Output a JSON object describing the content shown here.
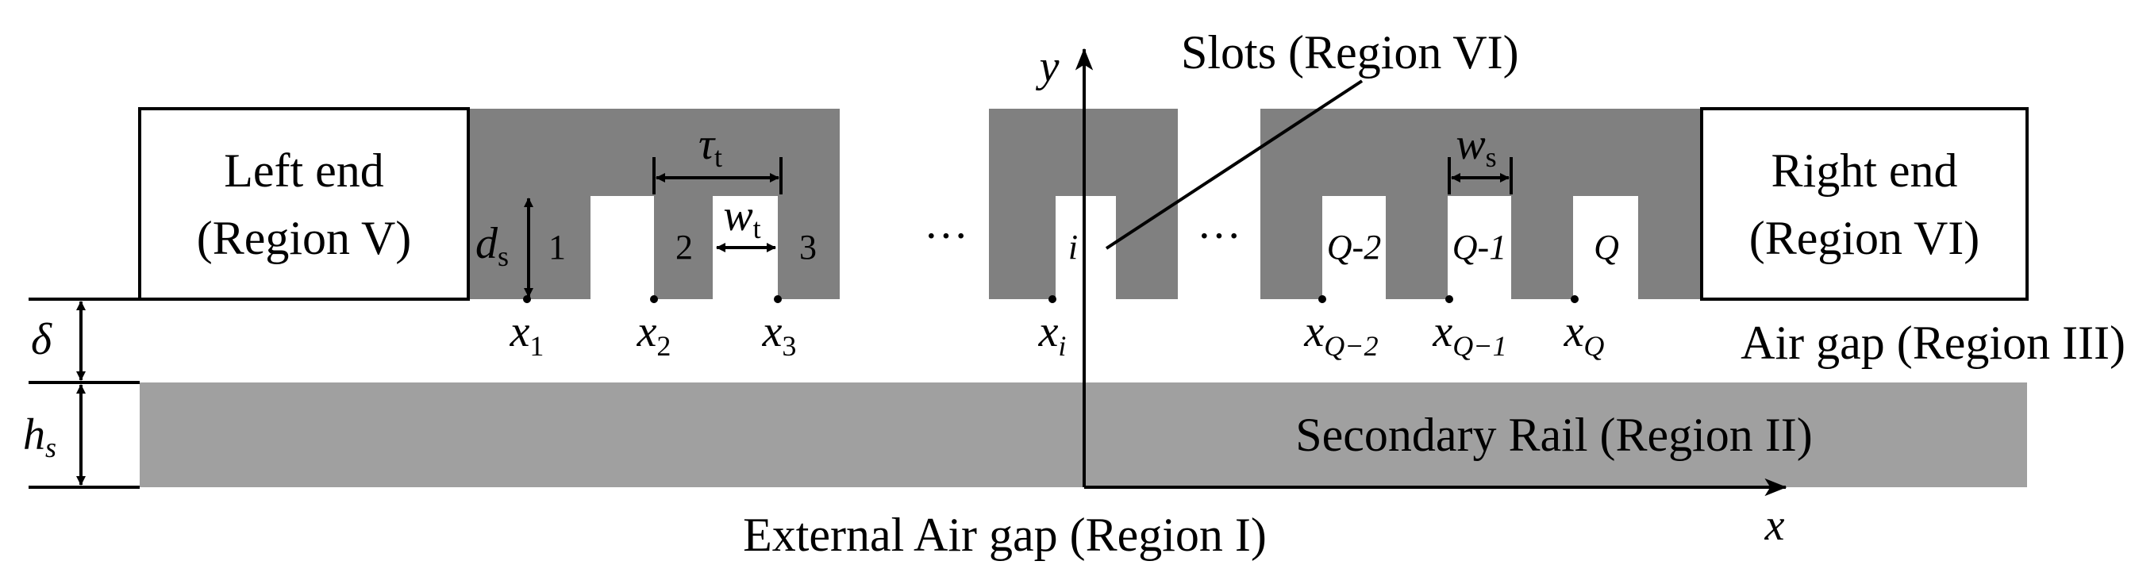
{
  "regions": {
    "left_end": [
      "Left end",
      "(Region V)"
    ],
    "right_end": [
      "Right end",
      "(Region VI)"
    ],
    "slots": "Slots (Region VI)",
    "air_gap": "Air gap (Region III)",
    "secondary_rail": "Secondary Rail (Region II)",
    "external_air_gap": "External Air gap (Region I)"
  },
  "axes": {
    "x": "x",
    "y": "y"
  },
  "slot_numbers": [
    "1",
    "2",
    "3",
    "i",
    "Q-2",
    "Q-1",
    "Q"
  ],
  "ellipsis": "···",
  "dimensions": {
    "tau": {
      "main": "τ",
      "sub": "t"
    },
    "wt": {
      "main": "w",
      "sub": "t"
    },
    "ws": {
      "main": "w",
      "sub": "s"
    },
    "ds": {
      "main": "d",
      "sub": "s"
    },
    "delta": "δ",
    "hs": {
      "main": "h",
      "sub": "s"
    }
  },
  "positions": [
    {
      "main": "x",
      "sub": "1"
    },
    {
      "main": "x",
      "sub": "2"
    },
    {
      "main": "x",
      "sub": "3"
    },
    {
      "main": "x",
      "sub": "i"
    },
    {
      "main": "x",
      "sub": "Q−2"
    },
    {
      "main": "x",
      "sub": "Q−1"
    },
    {
      "main": "x",
      "sub": "Q"
    }
  ],
  "colors": {
    "stator": "#808080",
    "rail": "#a0a0a0",
    "outline": "#000000",
    "background": "#ffffff"
  }
}
